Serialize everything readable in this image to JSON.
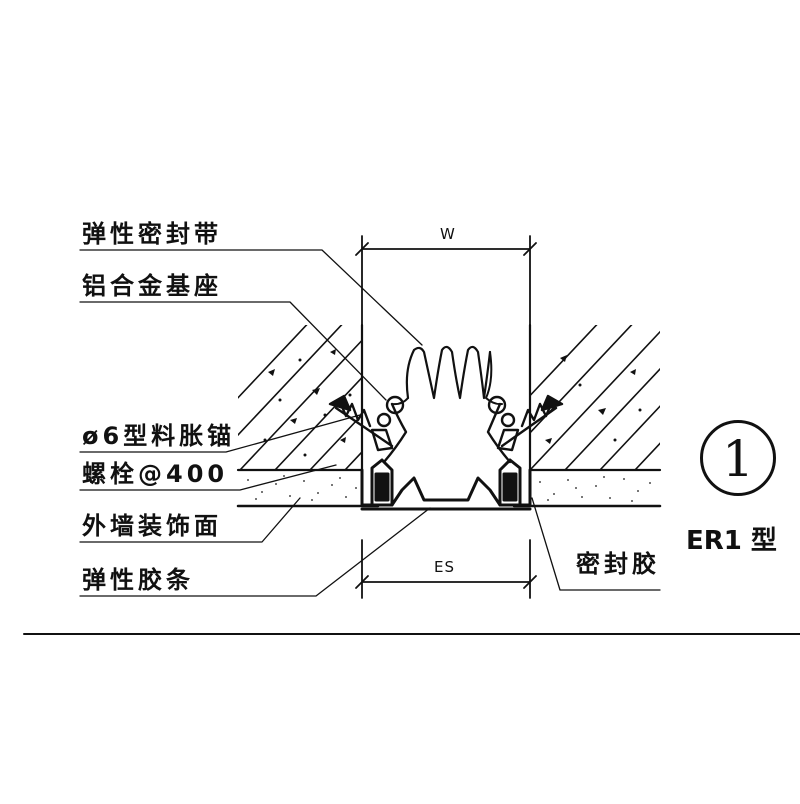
{
  "labels": {
    "elastic_seal_band": "弹性密封带",
    "aluminum_base": "铝合金基座",
    "plastic_anchor": "ø6型料胀锚",
    "bolt_spacing": "螺栓@400",
    "wall_finish": "外墙装饰面",
    "elastic_strip": "弹性胶条",
    "sealant": "密封胶"
  },
  "dimensions": {
    "top": "W",
    "bottom": "ES"
  },
  "detail": {
    "number": "1",
    "type_label": "ER1 型"
  }
}
